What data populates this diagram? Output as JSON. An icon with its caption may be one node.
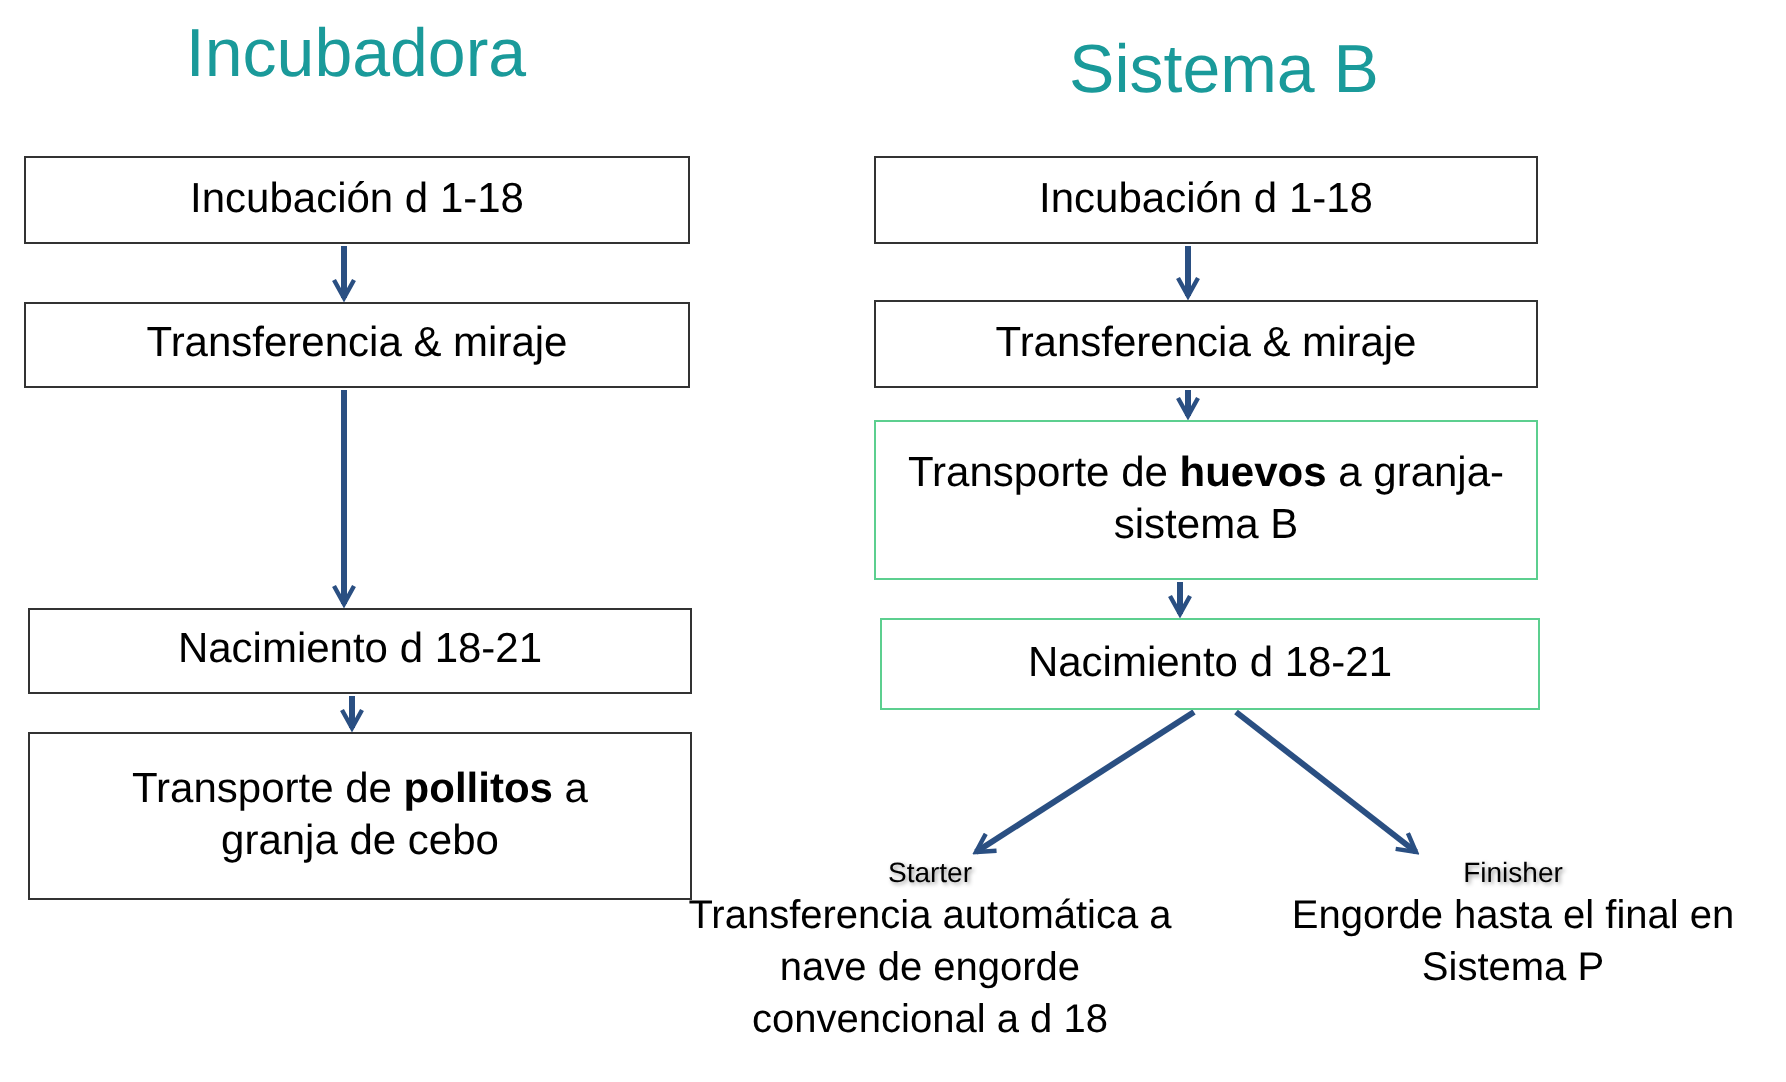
{
  "diagram": {
    "nodes": [
      {
        "text": [
          "Incubación d 1-18"
        ]
      },
      {
        "text": [
          "Transferencia & miraje"
        ]
      },
      {
        "text": [
          "Nacimiento d 18-21"
        ]
      },
      {
        "text": [
          "Transporte de **pollitos** a granja de cebo"
        ]
      },
      {
        "text": [
          "Incubación d 1-18"
        ]
      },
      {
        "text": [
          "Transferencia & miraje"
        ]
      },
      {
        "text": [
          "Transporte de **huevos** a granja-sistema B"
        ]
      },
      {
        "text": [
          "Nacimiento d 18-21"
        ]
      },
      {
        "text": [
          "Starter",
          "Transferencia automática a nave de engorde convencional a d 18"
        ]
      },
      {
        "text": [
          "Finisher",
          "Engorde hasta el final en Sistema P"
        ]
      }
    ],
    "edges": [
      {
        "from": 0,
        "to": 1,
        "arrow": "to"
      },
      {
        "from": 1,
        "to": 2,
        "arrow": "to"
      },
      {
        "from": 2,
        "to": 3,
        "arrow": "to"
      },
      {
        "from": 4,
        "to": 5,
        "arrow": "to"
      },
      {
        "from": 5,
        "to": 6,
        "arrow": "to"
      },
      {
        "from": 6,
        "to": 7,
        "arrow": "to"
      },
      {
        "from": 7,
        "to": 8,
        "arrow": "to"
      },
      {
        "from": 7,
        "to": 9,
        "arrow": "to"
      }
    ],
    "labels": [
      "Incubadora",
      "Sistema B"
    ]
  }
}
